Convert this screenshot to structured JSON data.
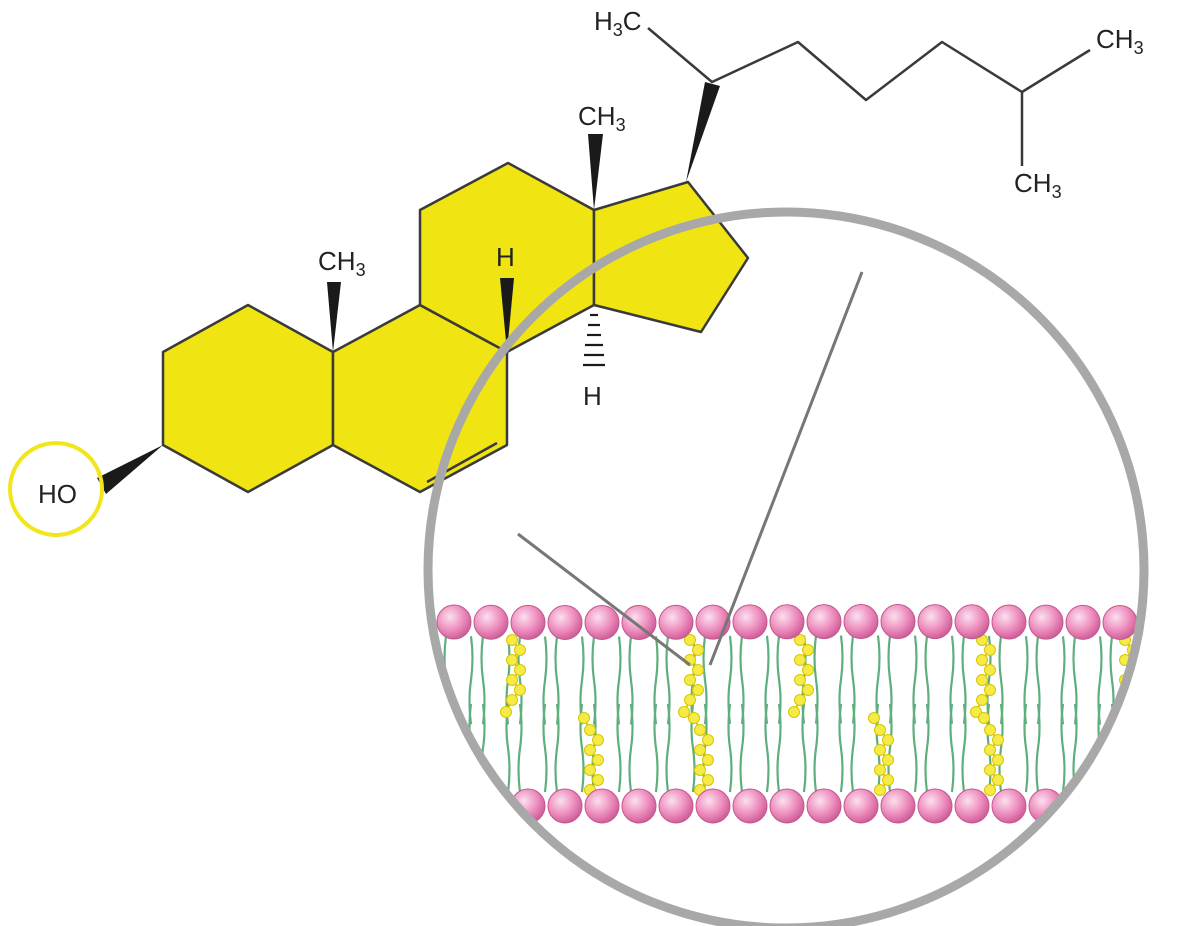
{
  "labels": {
    "h3c_chain": "H",
    "h3c_sub": "3",
    "h3c_c": "C",
    "ch3_chain_top": "CH",
    "ch3_chain_top_sub": "3",
    "ch3_chain_bottom": "CH",
    "ch3_chain_bottom_sub": "3",
    "ch3_c13": "CH",
    "ch3_c13_sub": "3",
    "ch3_c10": "CH",
    "ch3_c10_sub": "3",
    "h_c8": "H",
    "h_c14": "H",
    "hydroxyl": "HO"
  },
  "colors": {
    "ring_fill": "#f0e513",
    "bond": "#3a3a3a",
    "hydroxyl_circle": "#f2e51a",
    "magnifier": "#a8a8a8",
    "lipid_head": "#e67fb2",
    "lipid_tail": "#5fae7e",
    "membrane_cholesterol": "#f5ea46"
  }
}
